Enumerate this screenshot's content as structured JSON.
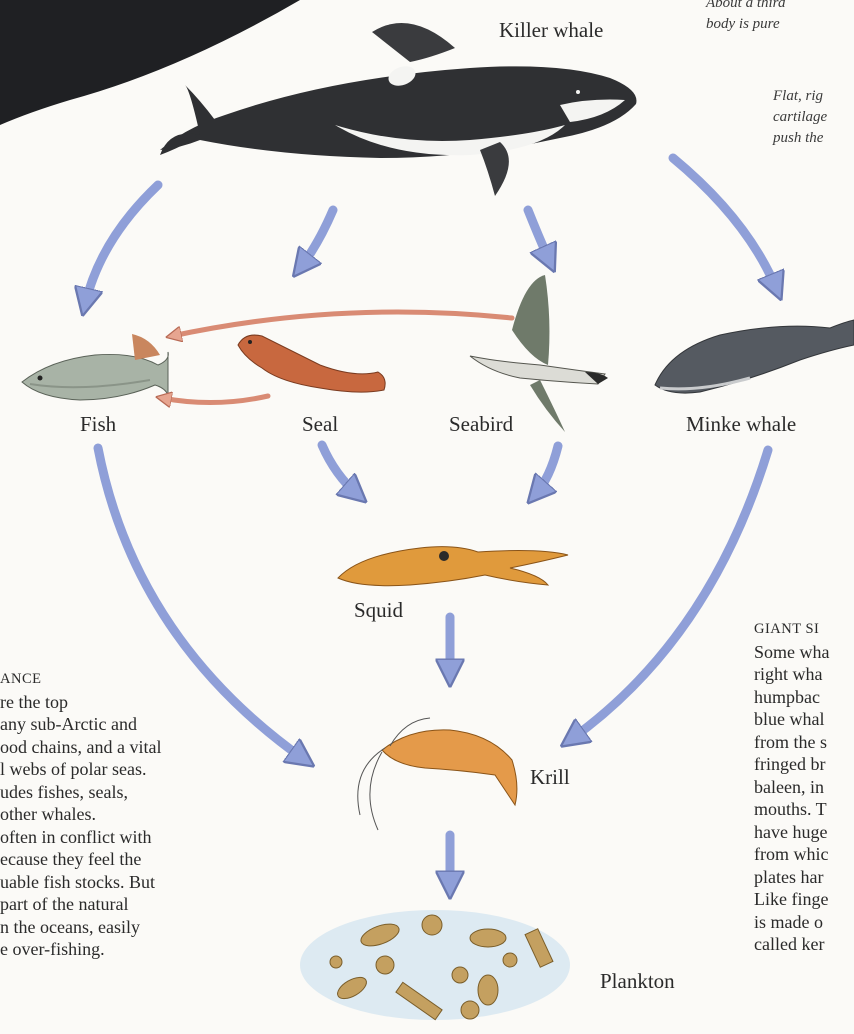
{
  "labels": {
    "killer_whale": "Killer whale",
    "fish": "Fish",
    "seal": "Seal",
    "seabird": "Seabird",
    "minke_whale": "Minke whale",
    "squid": "Squid",
    "krill": "Krill",
    "plankton": "Plankton"
  },
  "top_right_note": [
    "About a third",
    "body is pure"
  ],
  "fin_note": [
    "Flat, rig",
    "cartilage",
    "push the"
  ],
  "left_panel": {
    "heading": "ANCE",
    "lines": [
      "re the top",
      "any sub-Arctic and",
      "ood chains, and a vital",
      "l webs of polar seas.",
      "udes fishes, seals,",
      "other whales.",
      "often in conflict with",
      "ecause they feel the",
      "uable fish stocks. But",
      "part of the natural",
      "n the oceans, easily",
      "e over-fishing."
    ]
  },
  "right_panel": {
    "heading": "GIANT SI",
    "lines": [
      "Some wha",
      "right wha",
      "humpbac",
      "blue whal",
      "from the s",
      "fringed br",
      "baleen, in",
      "mouths. T",
      "have huge",
      "from whic",
      "plates har",
      "Like finge",
      "is made o",
      "called ker"
    ]
  },
  "colors": {
    "arrow_blue": "#8f9fd8",
    "arrow_red": "#d98b74",
    "whale_dark": "#2f3033",
    "background": "#fbfaf7"
  }
}
